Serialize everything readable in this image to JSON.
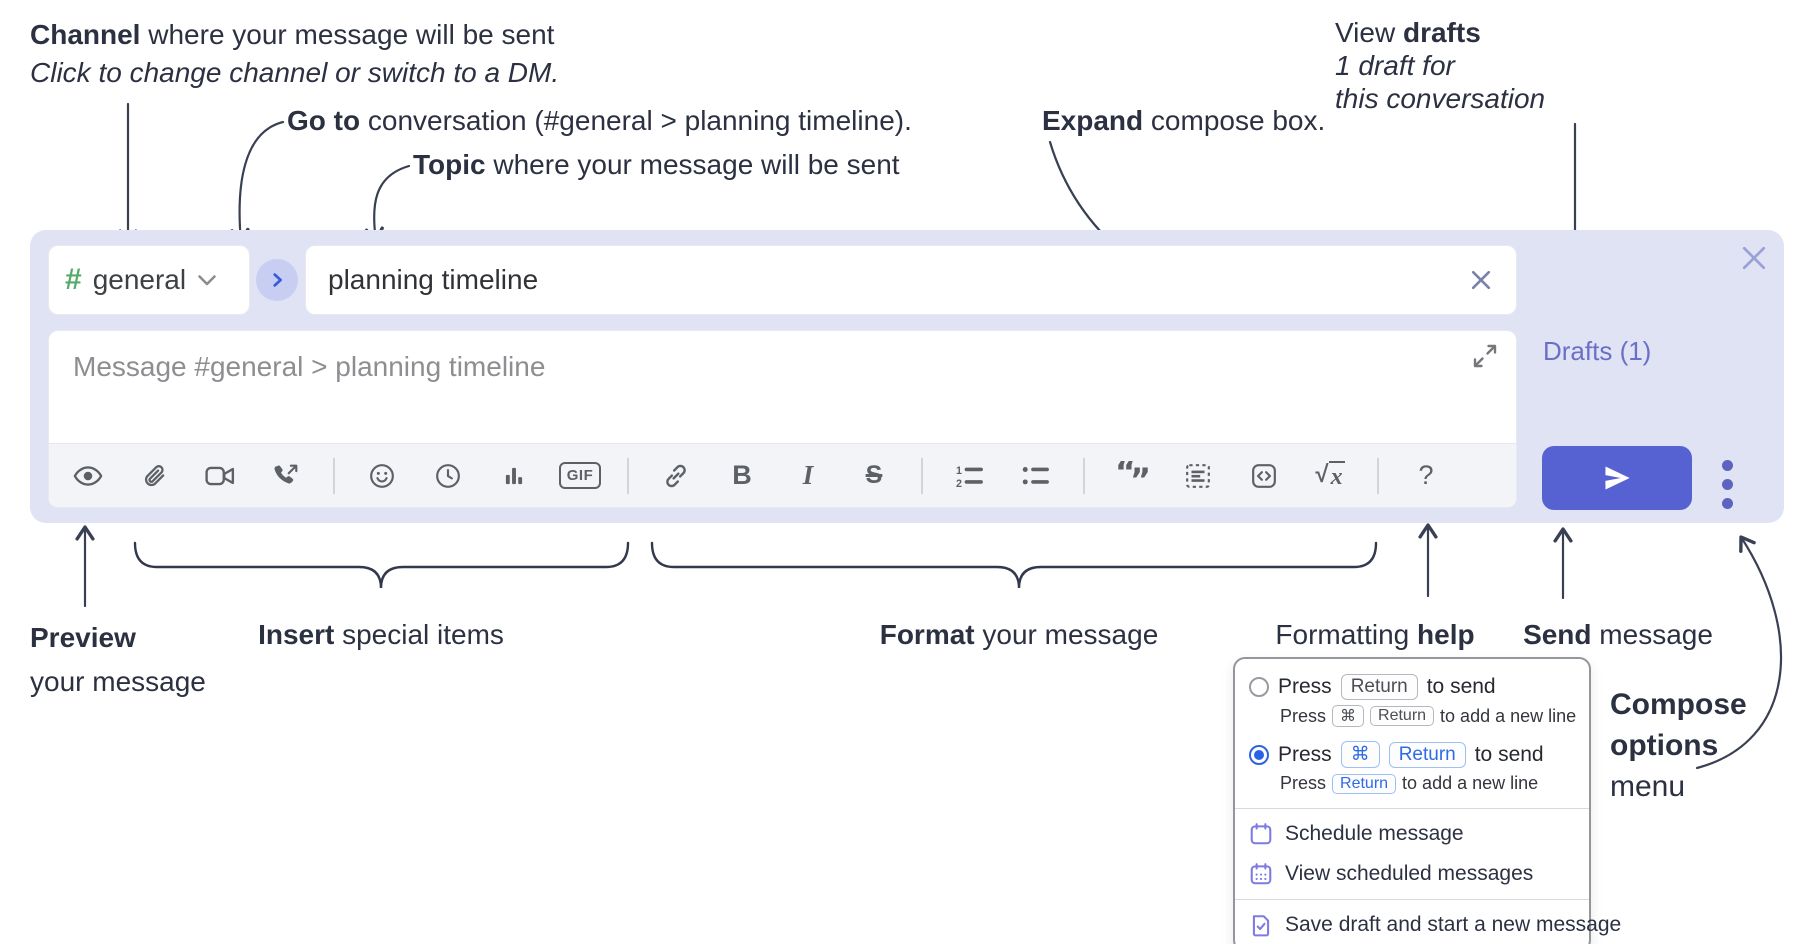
{
  "annotations": {
    "channel_line1_bold": "Channel",
    "channel_line1_rest": " where your message will be sent",
    "channel_line2": "Click to change channel or switch to a DM.",
    "goto_bold": "Go to",
    "goto_rest": " conversation (#general > planning timeline).",
    "topic_bold": "Topic",
    "topic_rest": " where your message will be sent",
    "expand_bold": "Expand",
    "expand_rest": " compose box.",
    "drafts_line1_pre": "View ",
    "drafts_line1_bold": "drafts",
    "drafts_line2": "1 draft for",
    "drafts_line3": "this conversation",
    "preview_bold": "Preview",
    "preview_line2": "your message",
    "insert_bold": "Insert",
    "insert_rest": " special items",
    "format_bold": "Format",
    "format_rest": " your message",
    "help_pre": "Formatting ",
    "help_bold": "help",
    "send_bold": "Send",
    "send_rest": " message",
    "compose_line1": "Compose",
    "compose_line2": "options",
    "compose_line3": "menu"
  },
  "compose": {
    "channel_hash": "#",
    "channel_name": "general",
    "topic_value": "planning timeline",
    "message_placeholder": "Message #general > planning timeline",
    "drafts_link": "Drafts (1)"
  },
  "toolbar": {
    "gif": "GIF",
    "bold": "B",
    "italic": "I",
    "strike": "S",
    "sqrt_radical": "√",
    "sqrt_var": "x",
    "help": "?"
  },
  "menu": {
    "opt_return": {
      "press": "Press",
      "key_return": "Return",
      "after": "to send",
      "sub_press": "Press",
      "sub_key_cmd": "⌘",
      "sub_key_return": "Return",
      "sub_after": "to add a new line"
    },
    "opt_cmd_return": {
      "press": "Press",
      "key_cmd": "⌘",
      "key_return": "Return",
      "after": "to send",
      "sub_press": "Press",
      "sub_key_return": "Return",
      "sub_after": "to add a new line"
    },
    "schedule": "Schedule message",
    "view_scheduled": "View scheduled messages",
    "save_draft": "Save draft and start a new message"
  },
  "colors": {
    "accent_send": "#5661d2",
    "container_bg": "#dfe3f3",
    "drafts_link": "#6a6fc7",
    "hash_green": "#54ab6c",
    "goto_circle_bg": "#c7cef2",
    "goto_chevron": "#3a5bd9",
    "menu_icon_purple": "#7d7be2",
    "key_blue": "#2e6be5",
    "radio_selected": "#2b63e6",
    "annotation_text": "#2c3142",
    "toolbar_icon": "#5d6166"
  }
}
